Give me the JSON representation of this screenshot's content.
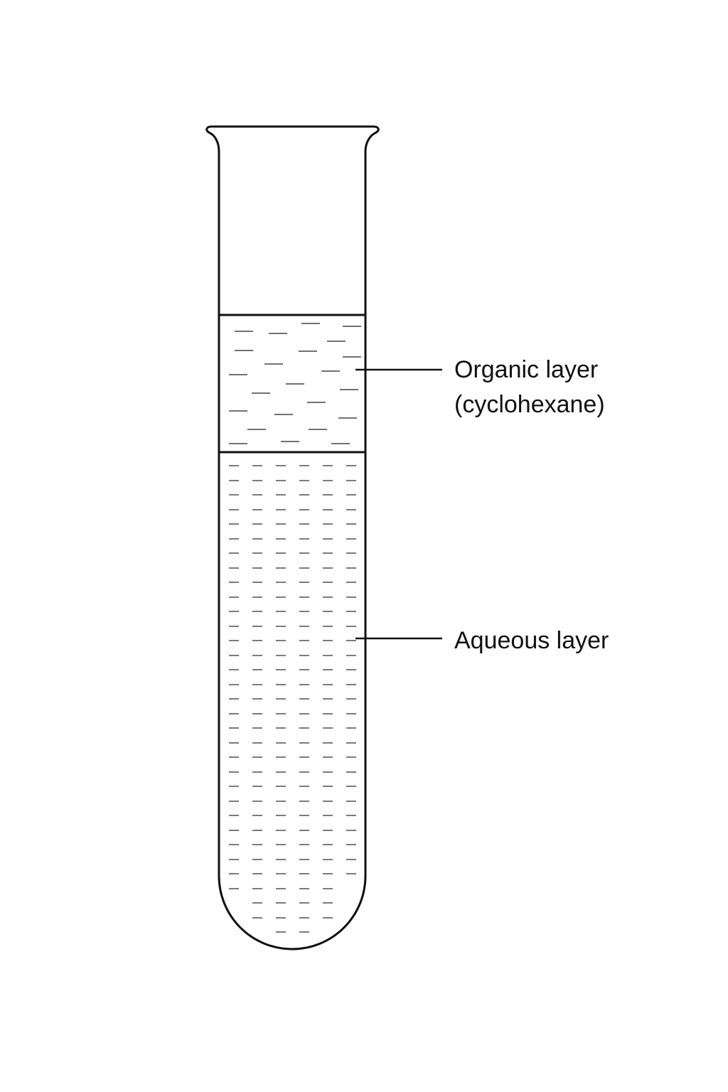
{
  "labels": {
    "organic_line1": "Organic layer",
    "organic_line2": "(cyclohexane)",
    "aqueous": "Aqueous layer"
  },
  "colors": {
    "stroke": "#111111",
    "background": "#ffffff",
    "dash": "#444444"
  }
}
